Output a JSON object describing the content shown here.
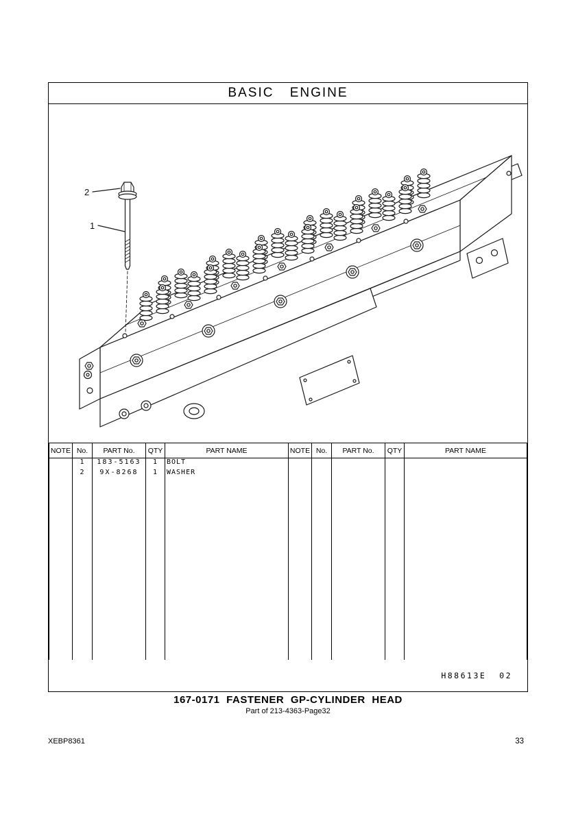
{
  "page": {
    "header_title": "BASIC ENGINE",
    "drawing_ref": "H88613E  02",
    "caption_title": "167-0171 FASTENER GP-CYLINDER HEAD",
    "caption_subtitle": "Part of 213-4363-Page32",
    "doc_number": "XEBP8361",
    "page_number": "33"
  },
  "drawing": {
    "description": "Isometric line drawing of cylinder head with valve springs; loose flange bolt and washer shown at upper left",
    "callouts": [
      {
        "label": "2"
      },
      {
        "label": "1"
      }
    ]
  },
  "table": {
    "headers": [
      "NOTE",
      "No.",
      "PART No.",
      "QTY",
      "PART NAME"
    ],
    "rows": [
      {
        "note": "",
        "no": "1",
        "part_no": "183-5163",
        "qty": "1",
        "part_name": "BOLT"
      },
      {
        "note": "",
        "no": "2",
        "part_no": "9X-8268",
        "qty": "1",
        "part_name": "WASHER"
      }
    ]
  }
}
